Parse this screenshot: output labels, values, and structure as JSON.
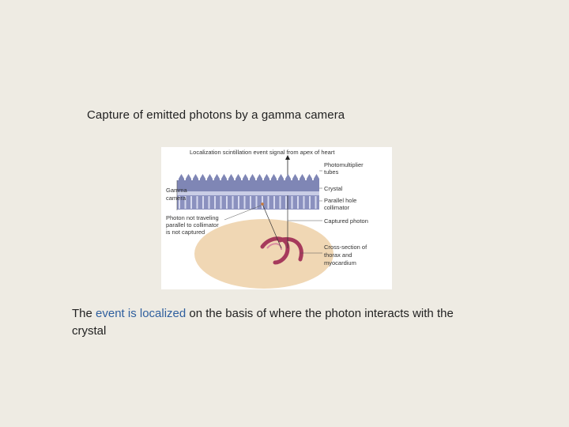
{
  "slide": {
    "title": "Capture of emitted photons by a gamma camera",
    "caption_parts": {
      "before": "The ",
      "highlight": "event is localized",
      "after": " on the basis of where the photon interacts with the crystal"
    }
  },
  "figure": {
    "top_label": "Localization scintillation event signal from apex of heart",
    "left_label_1": "Gamma",
    "left_label_2": "camera",
    "photon_label_1": "Photon not traveling",
    "photon_label_2": "parallel to collimator",
    "photon_label_3": "is not captured",
    "right_labels": {
      "pm_1": "Photomultiplier",
      "pm_2": "tubes",
      "crystal": "Crystal",
      "collimator_1": "Parallel hole",
      "collimator_2": "collimator",
      "captured": "Captured photon",
      "cross_1": "Cross-section of",
      "cross_2": "thorax and",
      "cross_3": "myocardium"
    },
    "colors": {
      "tubes": "#7f86b5",
      "crystal": "#c9cde6",
      "collimator": "#8b91bf",
      "thorax": "#f0d7b4",
      "myocardium": "#a63a5c"
    }
  }
}
